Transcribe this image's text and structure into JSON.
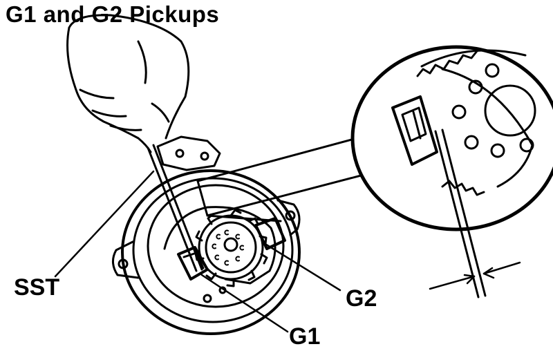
{
  "diagram": {
    "title": "G1 and G2 Pickups",
    "labels": {
      "sst": "SST",
      "g1": "G1",
      "g2": "G2"
    },
    "style": {
      "ink": "#000000",
      "paper": "#ffffff"
    }
  }
}
